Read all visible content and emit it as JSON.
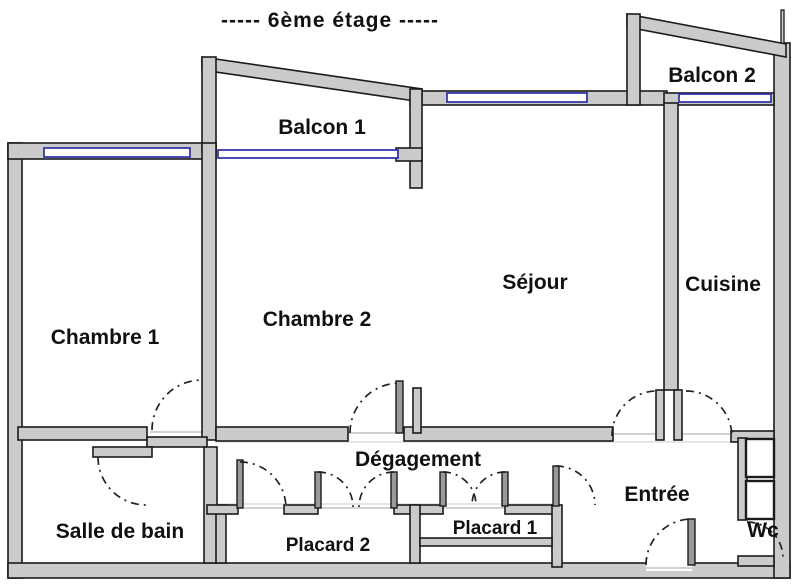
{
  "title": "-----  6ème étage  -----",
  "rooms": {
    "balcon1": {
      "label": "Balcon 1"
    },
    "balcon2": {
      "label": "Balcon 2"
    },
    "chambre1": {
      "label": "Chambre 1"
    },
    "chambre2": {
      "label": "Chambre 2"
    },
    "sejour": {
      "label": "Séjour"
    },
    "cuisine": {
      "label": "Cuisine"
    },
    "degagement": {
      "label": "Dégagement"
    },
    "entree": {
      "label": "Entrée"
    },
    "salle_de_bain": {
      "label": "Salle de bain"
    },
    "placard1": {
      "label": "Placard 1"
    },
    "placard2": {
      "label": "Placard 2"
    },
    "wc": {
      "label": "Wc"
    }
  },
  "colors": {
    "wall_fill": "#cbcbcb",
    "wall_stroke": "#1b1b1b",
    "window_stroke": "#2d2da8",
    "door_arc": "#222222",
    "background": "#ffffff",
    "faint_line": "#dedede",
    "text": "#111111"
  }
}
